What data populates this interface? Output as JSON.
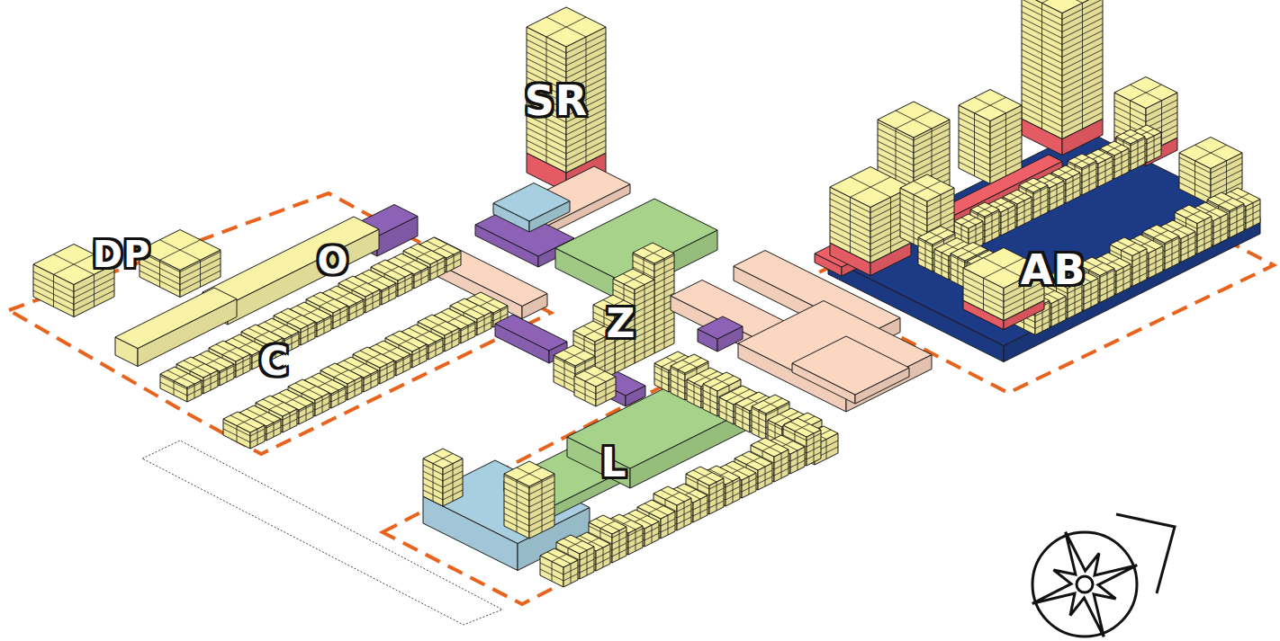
{
  "diagram": {
    "labels": [
      "SR",
      "DP",
      "O",
      "Z",
      "AB",
      "C",
      "L"
    ]
  }
}
